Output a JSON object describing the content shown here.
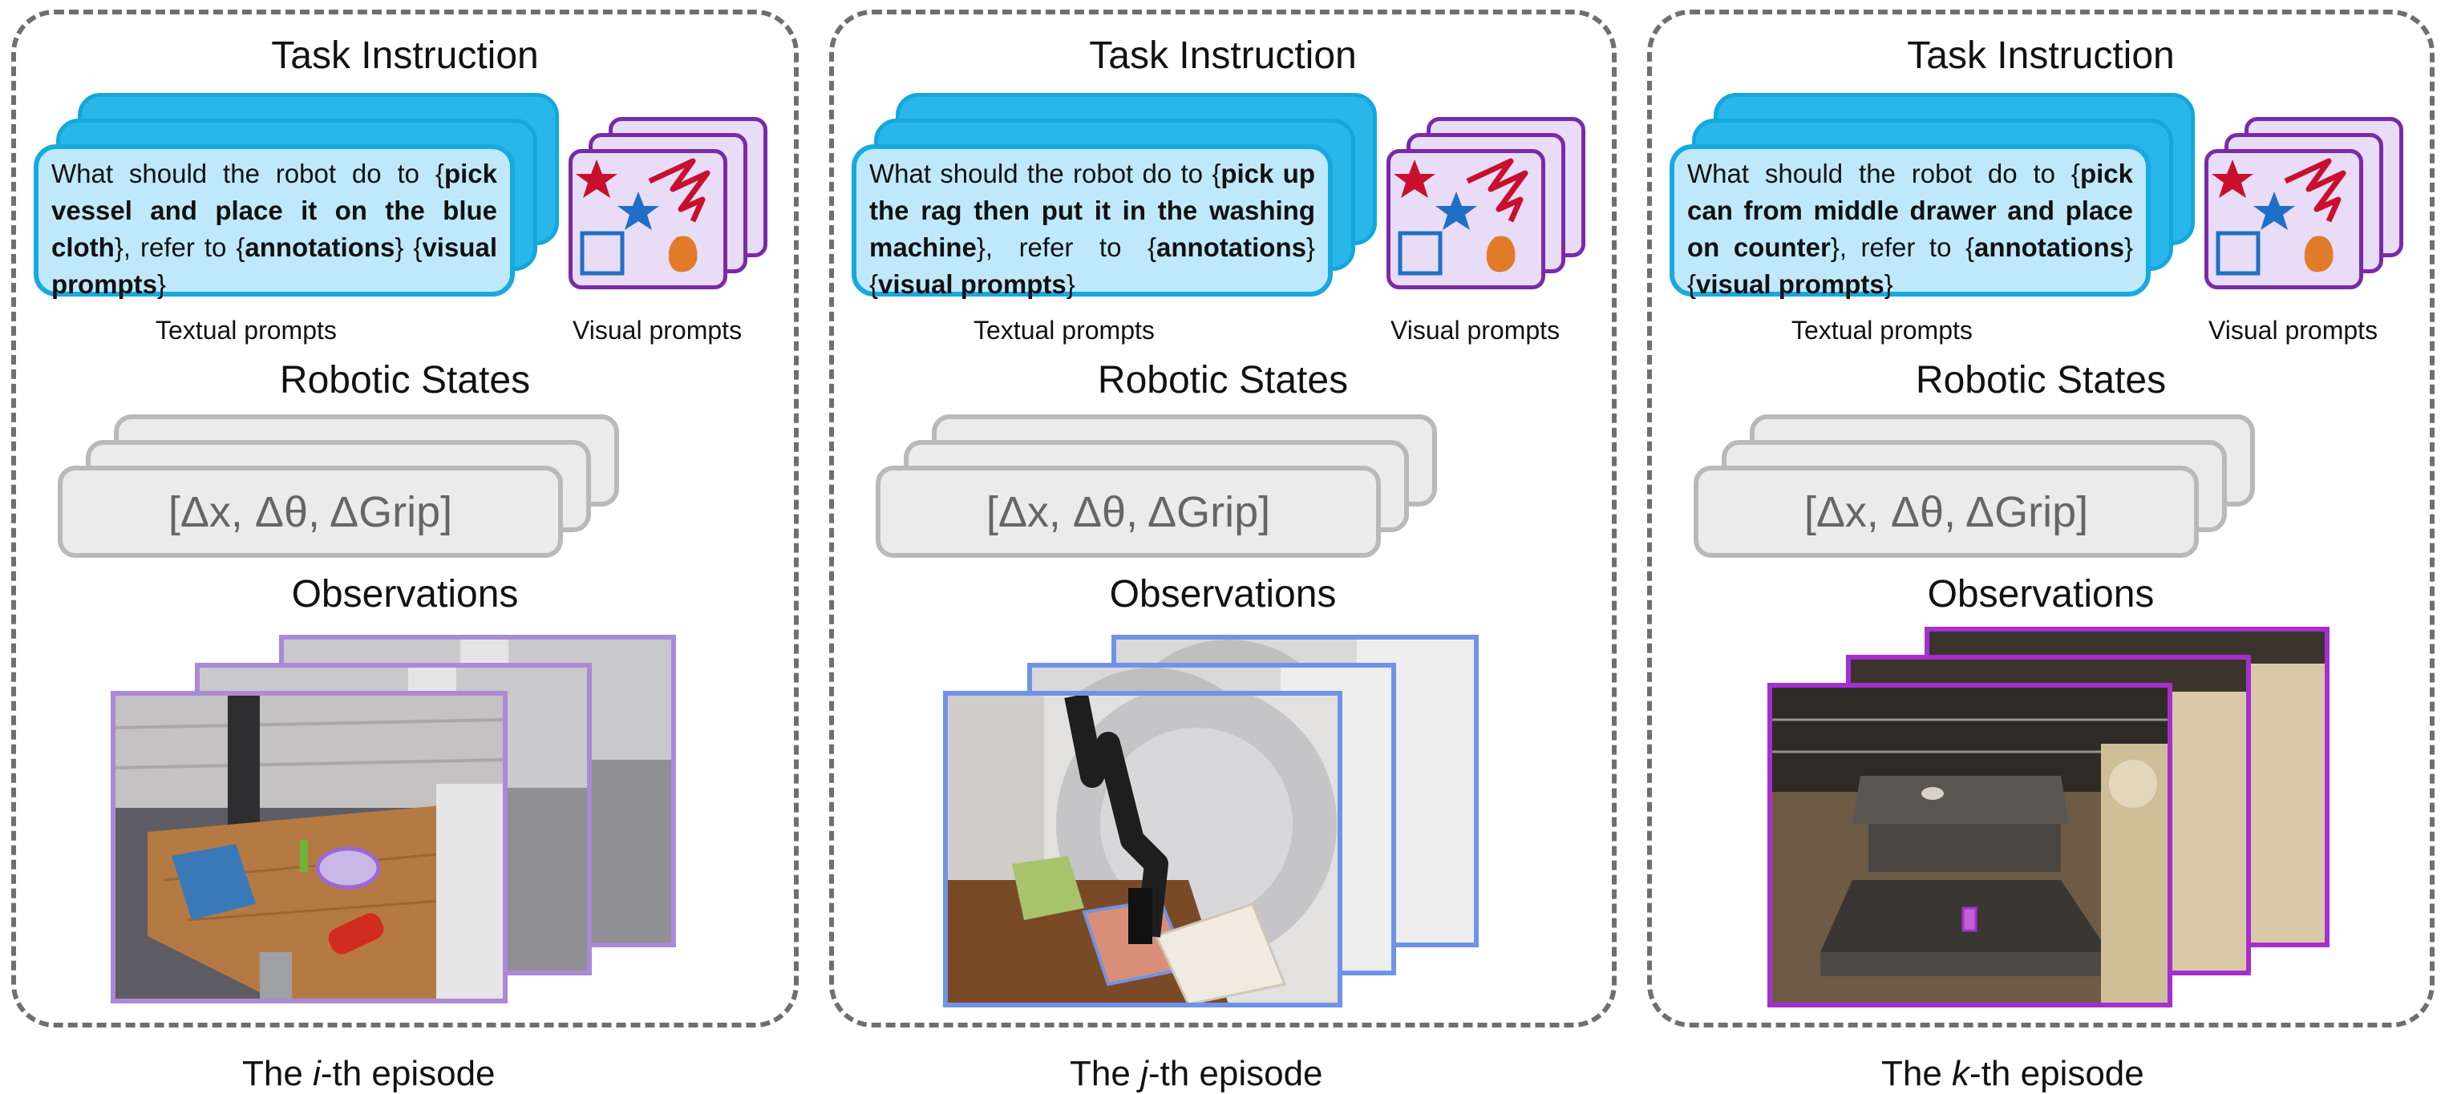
{
  "common": {
    "task_instruction_label": "Task Instruction",
    "prompt_lead": "What should the robot do to {",
    "prompt_mid": "}, refer to",
    "annotations_word": "annotations",
    "visual_prompts_word": "visual prompts",
    "textual_prompts_label": "Textual prompts",
    "visual_prompts_label": "Visual prompts",
    "robotic_states_label": "Robotic States",
    "state_vector": "[Δx, Δθ, ΔGrip]",
    "observations_label": "Observations",
    "episode_prefix": "The ",
    "episode_suffix": "-th episode"
  },
  "panels": [
    {
      "task": "pick vessel and place it on the blue cloth",
      "episode_letter": "i",
      "frame_color": "#a98ad6"
    },
    {
      "task": "pick up the rag then put it in the washing machine",
      "episode_letter": "j",
      "frame_color": "#6f93e6"
    },
    {
      "task": "pick can from middle drawer and place on counter",
      "episode_letter": "k",
      "frame_color": "#a52fcf"
    }
  ],
  "icons": {
    "visual_prompt_shapes": [
      "red-star-icon",
      "blue-star-icon",
      "red-scribble-icon",
      "blue-square-icon",
      "orange-blob-icon"
    ]
  }
}
